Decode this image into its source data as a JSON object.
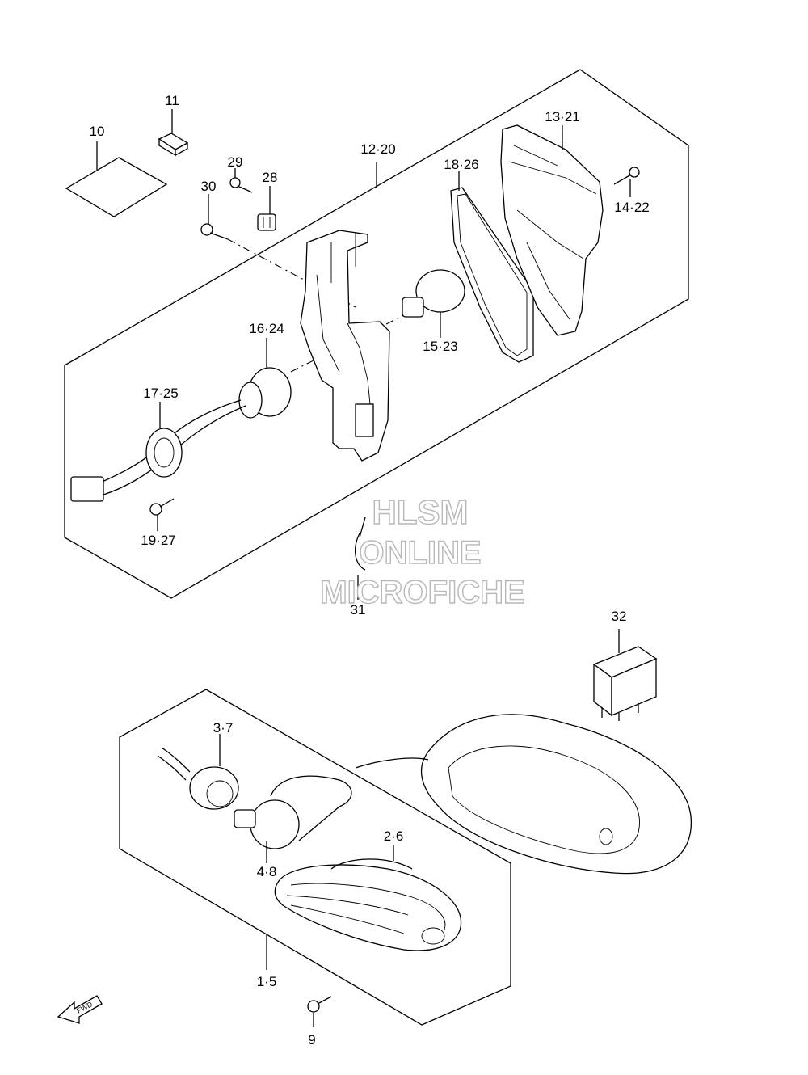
{
  "callouts": {
    "p10": "10",
    "p11": "11",
    "p29": "29",
    "p28": "28",
    "p30": "30",
    "p12_20": "12·20",
    "p18_26": "18·26",
    "p13_21": "13·21",
    "p14_22": "14·22",
    "p16_24": "16·24",
    "p15_23": "15·23",
    "p17_25": "17·25",
    "p19_27": "19·27",
    "p31": "31",
    "p32": "32",
    "p3_7": "3·7",
    "p2_6": "2·6",
    "p4_8": "4·8",
    "p1_5": "1·5",
    "p9": "9"
  },
  "watermark": {
    "line1": "HLSM",
    "line2": "ONLINE",
    "line3": "MICROFICHE"
  },
  "fwd_label": "FWD"
}
